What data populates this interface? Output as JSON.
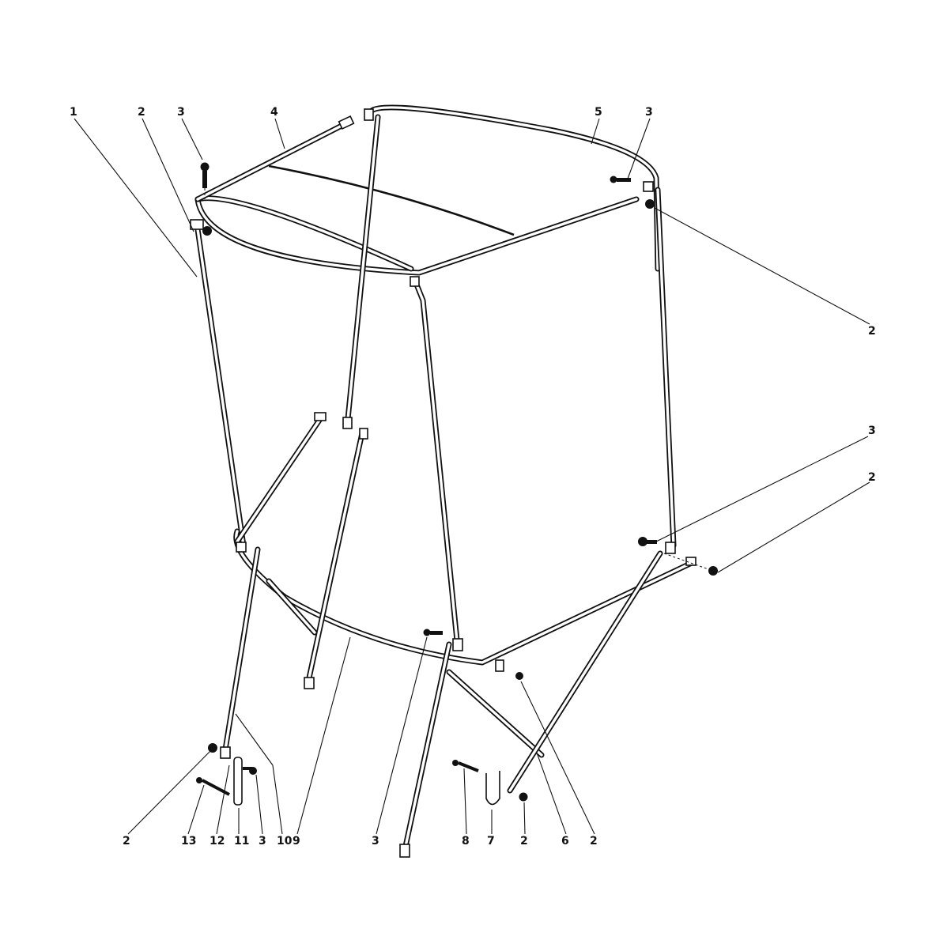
{
  "diagram": {
    "callouts": [
      {
        "id": "c1",
        "label": "1"
      },
      {
        "id": "c2a",
        "label": "2"
      },
      {
        "id": "c3a",
        "label": "3"
      },
      {
        "id": "c4",
        "label": "4"
      },
      {
        "id": "c5",
        "label": "5"
      },
      {
        "id": "c3b",
        "label": "3"
      },
      {
        "id": "c2b",
        "label": "2"
      },
      {
        "id": "c3c",
        "label": "3"
      },
      {
        "id": "c2c",
        "label": "2"
      },
      {
        "id": "c2d",
        "label": "2"
      },
      {
        "id": "c13",
        "label": "13"
      },
      {
        "id": "c12",
        "label": "12"
      },
      {
        "id": "c11",
        "label": "11"
      },
      {
        "id": "c3d",
        "label": "3"
      },
      {
        "id": "c10",
        "label": "10"
      },
      {
        "id": "c9",
        "label": "9"
      },
      {
        "id": "c3e",
        "label": "3"
      },
      {
        "id": "c8",
        "label": "8"
      },
      {
        "id": "c7",
        "label": "7"
      },
      {
        "id": "c2e",
        "label": "2"
      },
      {
        "id": "c6",
        "label": "6"
      },
      {
        "id": "c2f",
        "label": "2"
      }
    ]
  }
}
